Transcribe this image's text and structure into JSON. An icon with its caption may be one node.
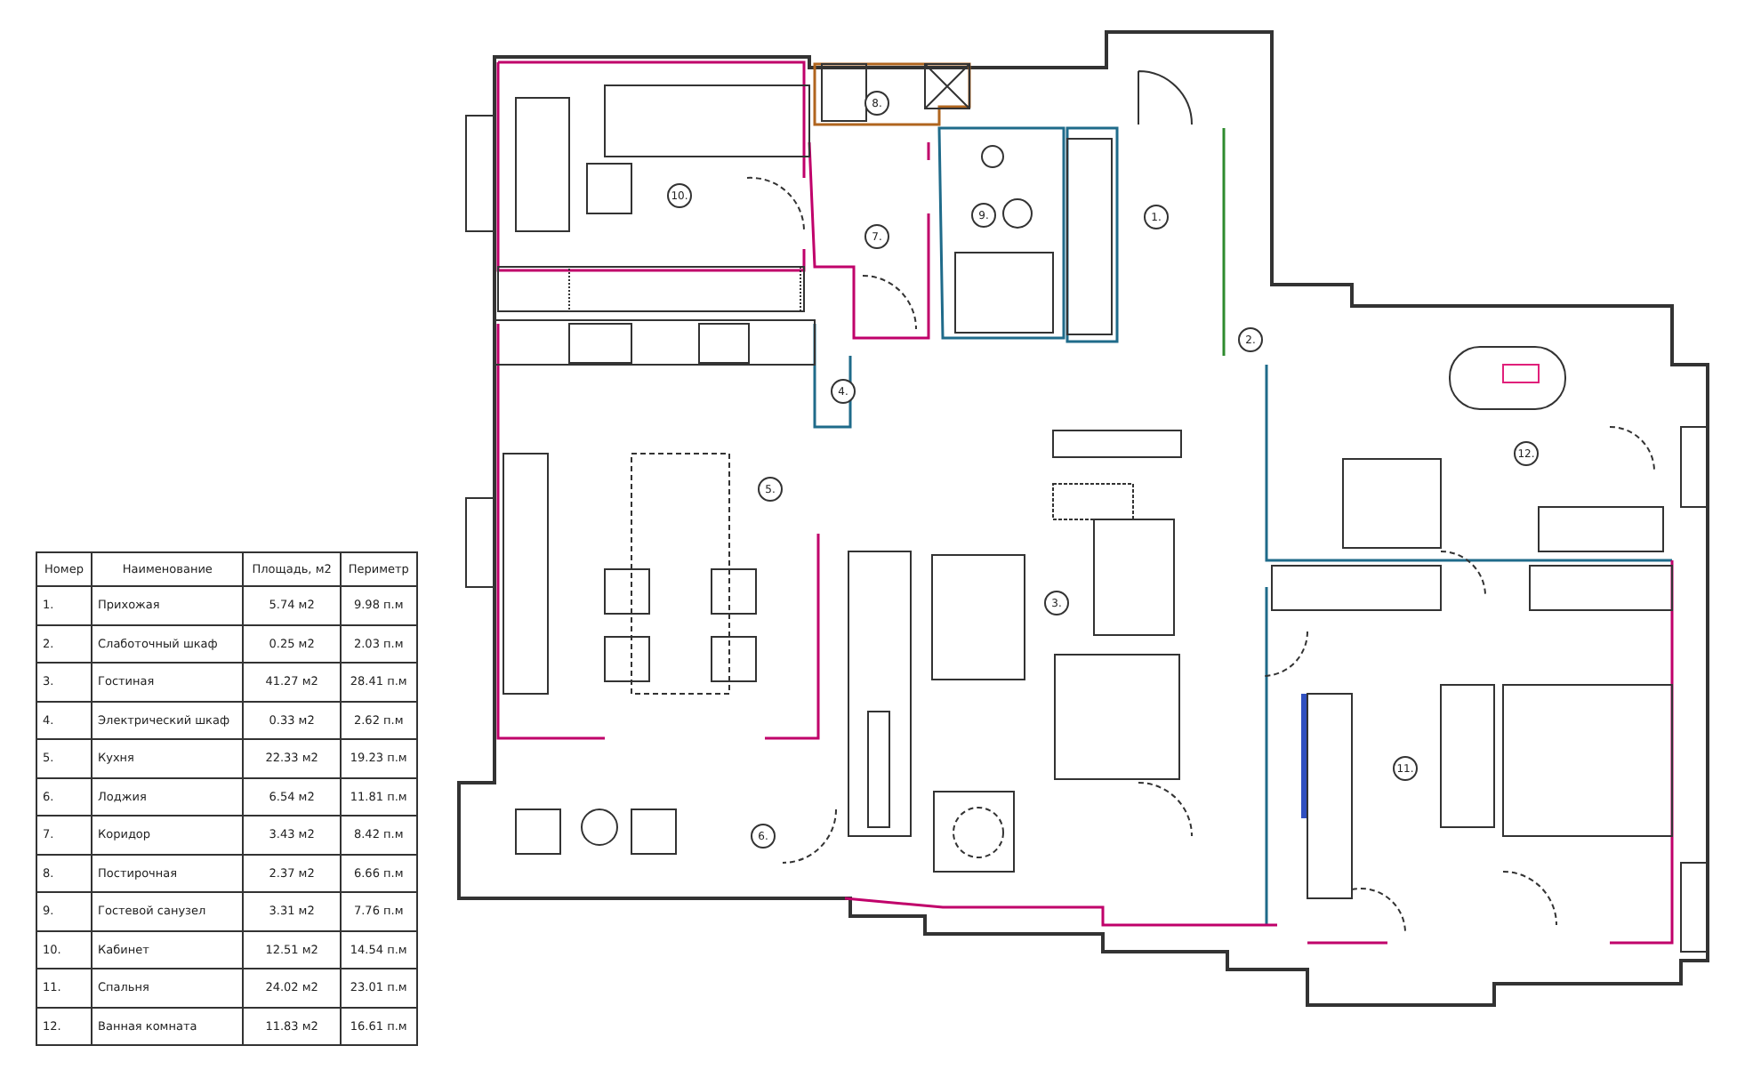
{
  "diagram": {
    "labels": [
      "8.",
      "10.",
      "9.",
      "1.",
      "7.",
      "2.",
      "4.",
      "12.",
      "5.",
      "3.",
      "11.",
      "6.",
      "Номер",
      "Наименование",
      "Площадь, м2",
      "Периметр",
      "1.",
      "Прихожая",
      "5.74 м2",
      "9.98 п.м",
      "2.",
      "Слаботочный шкаф",
      "0.25 м2",
      "2.03 п.м",
      "3.",
      "Гостиная",
      "41.27 м2",
      "28.41 п.м",
      "4.",
      "Электрический шкаф",
      "0.33 м2",
      "2.62 п.м",
      "5.",
      "Кухня",
      "22.33 м2",
      "19.23 п.м",
      "6.",
      "Лоджия",
      "6.54 м2",
      "11.81 п.м",
      "7.",
      "Коридор",
      "3.43 м2",
      "8.42 п.м",
      "8.",
      "Постирочная",
      "2.37 м2",
      "6.66 п.м",
      "9.",
      "Гостевой санузел",
      "3.31 м2",
      "7.76 п.м",
      "10.",
      "Кабинет",
      "12.51 м2",
      "14.54 п.м",
      "11.",
      "Спальня",
      "24.02 м2",
      "23.01 п.м",
      "12.",
      "Ванная комната",
      "11.83 м2",
      "16.61 п.м"
    ]
  }
}
